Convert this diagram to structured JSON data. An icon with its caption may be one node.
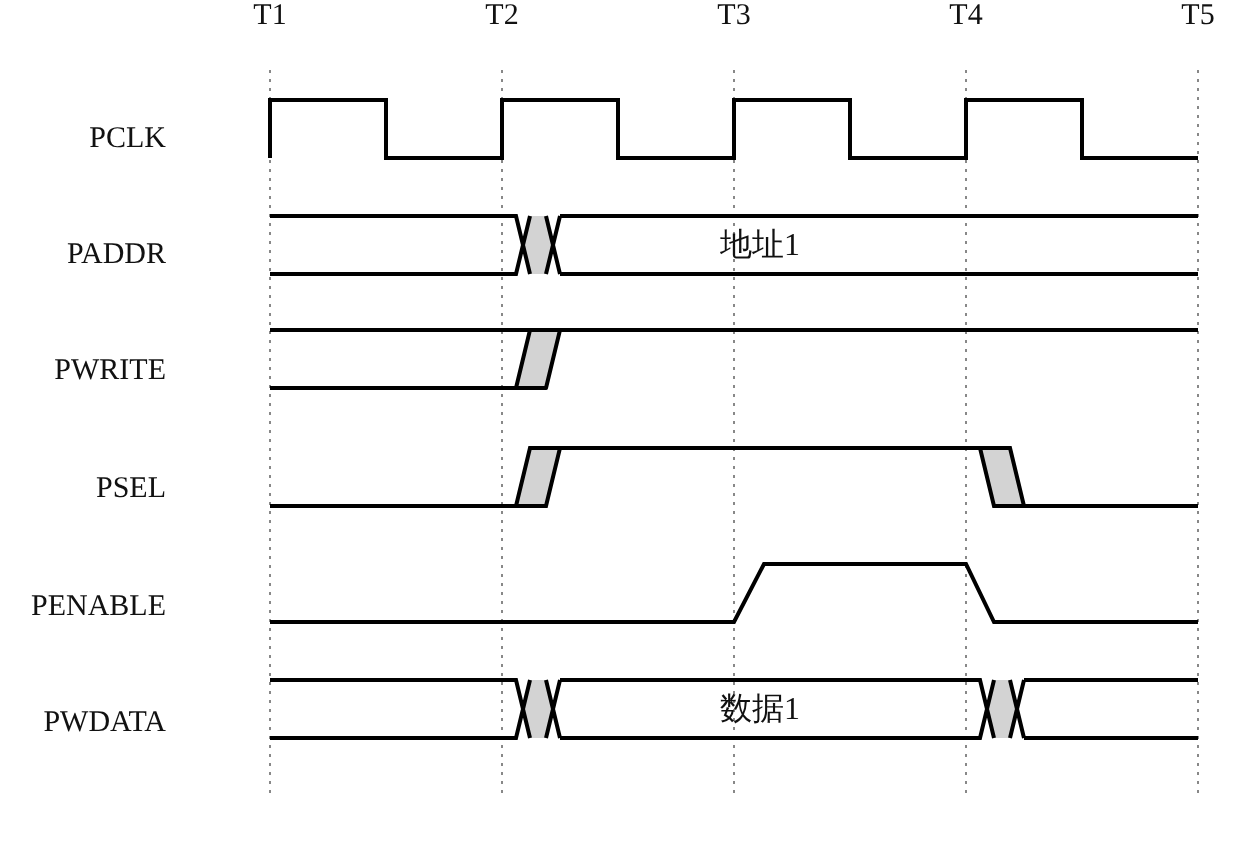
{
  "diagram": {
    "labels": [
      "T1",
      "T2",
      "T3",
      "T4",
      "T5",
      "PCLK",
      "PADDR",
      "地址1",
      "PWRITE",
      "PSEL",
      "PENABLE",
      "PWDATA",
      "数据1"
    ]
  }
}
